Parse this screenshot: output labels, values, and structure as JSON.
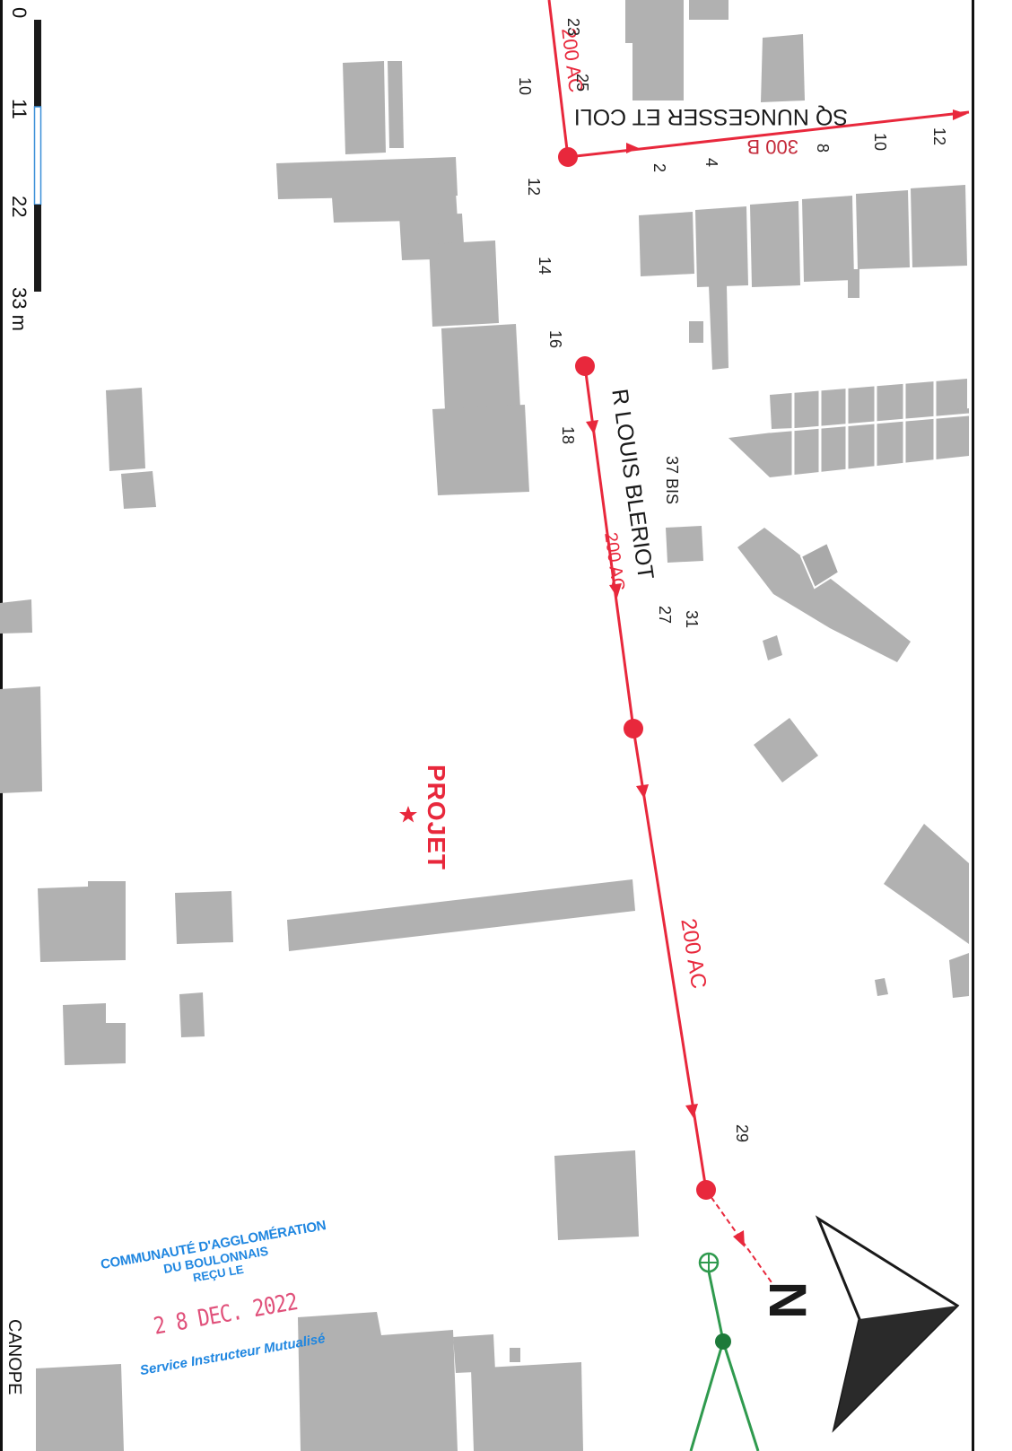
{
  "map": {
    "scale_bar": {
      "ticks": [
        "0",
        "11",
        "22",
        "33 m"
      ]
    },
    "streets": {
      "sq_nungesser": "SQ NUNGESSER ET COLI",
      "r_louis_bleriot": "R LOUIS BLERIOT"
    },
    "network_labels": [
      "200 AC",
      "300 B",
      "200 AC",
      "200 AC"
    ],
    "house_numbers": [
      "23",
      "25",
      "10",
      "12",
      "14",
      "16",
      "18",
      "37 BIS",
      "31",
      "27",
      "29",
      "2",
      "4",
      "8",
      "10",
      "12"
    ],
    "project": {
      "label": "PROJET",
      "marker_icon": "star-icon"
    },
    "north_arrow": {
      "label": "N",
      "icon": "north-arrow-icon"
    },
    "footer": {
      "label": "CANOPE"
    }
  },
  "stamp": {
    "line1": "COMMUNAUTÉ D'AGGLOMÉRATION",
    "line2": "DU BOULONNAIS",
    "line3": "REÇU LE",
    "date": "2 8 DEC. 2022",
    "service": "Service Instructeur Mutualisé"
  },
  "colors": {
    "network_red": "#e8283c",
    "building_gray": "#b1b1b1",
    "stamp_blue": "#1f86e0",
    "stamp_date_pink": "#e0507a",
    "network_green": "#2f9a4e"
  }
}
